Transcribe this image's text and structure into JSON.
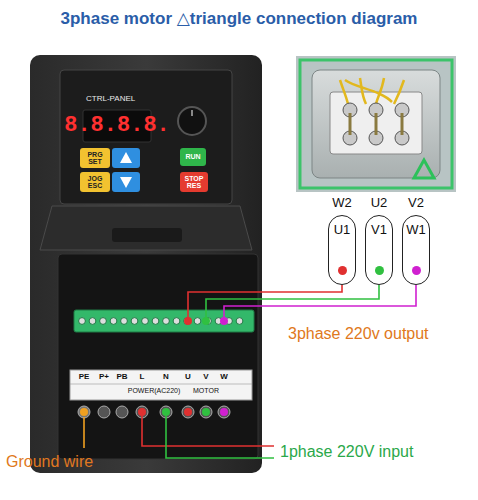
{
  "diagram": {
    "title": "3phase motor △triangle connection diagram",
    "nodes": [
      {
        "text": [
          "PRG SET"
        ]
      },
      {
        "text": [
          "RUN"
        ]
      },
      {
        "text": [
          "JOG ESC"
        ]
      },
      {
        "text": [
          "STOP RES"
        ]
      },
      {
        "text": [
          "W2",
          "U1"
        ]
      },
      {
        "text": [
          "U2",
          "V1"
        ]
      },
      {
        "text": [
          "V2",
          "W1"
        ]
      }
    ],
    "labels": [
      "CTRL-PANEL",
      "8.8.8.8.",
      "PE",
      "P+",
      "PB",
      "L",
      "N",
      "U",
      "V",
      "W",
      "POWER(AC220)",
      "MOTOR",
      "3phase 220v output",
      "1phase 220V input",
      "Ground wire"
    ]
  }
}
